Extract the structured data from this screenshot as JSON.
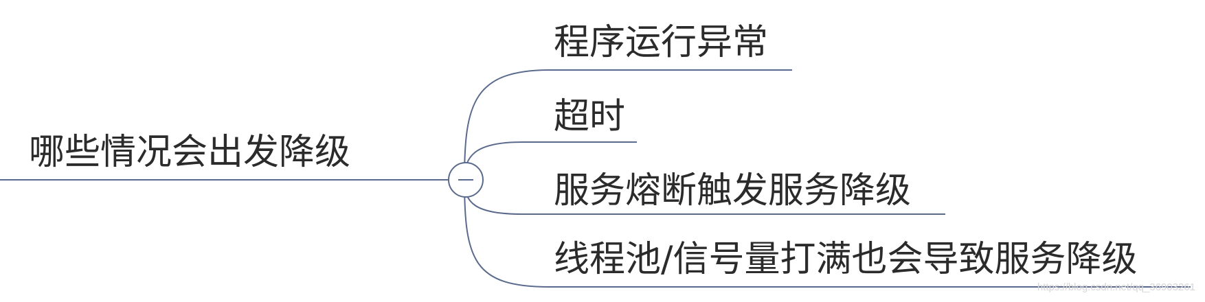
{
  "diagram": {
    "type": "mindmap",
    "line_color": "#5a6a8c",
    "text_color": "#2b2b2b",
    "root": {
      "label": "哪些情况会出发降级",
      "collapse_icon": "minus-icon"
    },
    "children": [
      {
        "label": "程序运行异常"
      },
      {
        "label": "超时"
      },
      {
        "label": "服务熔断触发服务降级"
      },
      {
        "label": "线程池/信号量打满也会导致服务降级"
      }
    ]
  },
  "watermark": "https://blog.csdn.net/qq_36903261"
}
